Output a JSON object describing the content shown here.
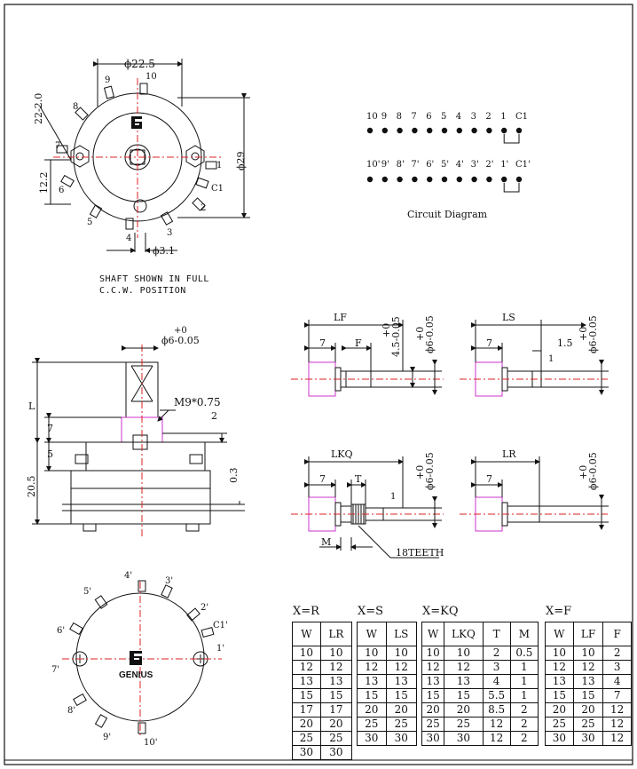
{
  "top_view": {
    "dim_diameter": "ϕ22.5",
    "dim_angle": "22-2.0",
    "dim_height": "ϕ29",
    "dim_offset": "12.2",
    "dim_small": "ϕ3.1",
    "pins": [
      "9",
      "10",
      "8",
      "7",
      "6",
      "5",
      "4",
      "3",
      "2",
      "1",
      "C1"
    ],
    "caption_line1": "SHAFT SHOWN IN FULL",
    "caption_line2": "C.C.W. POSITION"
  },
  "circuit": {
    "row1": [
      "10",
      "9",
      "8",
      "7",
      "6",
      "5",
      "4",
      "3",
      "2",
      "1",
      "C1"
    ],
    "row2": [
      "10'",
      "9'",
      "8'",
      "7'",
      "6'",
      "5'",
      "4'",
      "3'",
      "2'",
      "1'",
      "C1'"
    ],
    "title": "Circuit Diagram"
  },
  "side_view": {
    "shaft_tol_top": "+0",
    "shaft_dim": "ϕ6-0.05",
    "thread": "M9*0.75",
    "dim_L": "L",
    "dim_7": "7",
    "dim_2": "2",
    "dim_5": "5",
    "dim_20_5": "20.5",
    "dim_0_3": "0.3"
  },
  "shaft_types": {
    "lf": {
      "label": "LF",
      "d7": "7",
      "dF": "F",
      "tol_a": "+0",
      "dim_a": "4.5-0.05",
      "tol_b": "+0",
      "dim_b": "ϕ6-0.05"
    },
    "ls": {
      "label": "LS",
      "d7": "7",
      "d15": "1.5",
      "d1": "1",
      "tol_b": "+0",
      "dim_b": "ϕ6-0.05"
    },
    "lkq": {
      "label": "LKQ",
      "d7": "7",
      "dT": "T",
      "d1": "1",
      "dM": "M",
      "tol_b": "+0",
      "dim_b": "ϕ6-0.05",
      "teeth": "18TEETH"
    },
    "lr": {
      "label": "LR",
      "d7": "7",
      "tol_b": "+0",
      "dim_b": "ϕ6-0.05"
    }
  },
  "bottom_view": {
    "pins": [
      "4'",
      "3'",
      "5'",
      "2'",
      "6'",
      "C1'",
      "7'",
      "1'",
      "8'",
      "9'",
      "10'"
    ],
    "brand": "GENIUS"
  },
  "tables": {
    "xr": {
      "title": "X=R",
      "headers": [
        "W",
        "LR"
      ],
      "rows": [
        [
          "10",
          "10"
        ],
        [
          "12",
          "12"
        ],
        [
          "13",
          "13"
        ],
        [
          "15",
          "15"
        ],
        [
          "17",
          "17"
        ],
        [
          "20",
          "20"
        ],
        [
          "25",
          "25"
        ],
        [
          "30",
          "30"
        ]
      ]
    },
    "xs": {
      "title": "X=S",
      "headers": [
        "W",
        "LS"
      ],
      "rows": [
        [
          "10",
          "10"
        ],
        [
          "12",
          "12"
        ],
        [
          "13",
          "13"
        ],
        [
          "15",
          "15"
        ],
        [
          "20",
          "20"
        ],
        [
          "25",
          "25"
        ],
        [
          "30",
          "30"
        ]
      ]
    },
    "xkq": {
      "title": "X=KQ",
      "headers": [
        "W",
        "LKQ",
        "T",
        "M"
      ],
      "rows": [
        [
          "10",
          "10",
          "2",
          "0.5"
        ],
        [
          "12",
          "12",
          "3",
          "1"
        ],
        [
          "13",
          "13",
          "4",
          "1"
        ],
        [
          "15",
          "15",
          "5.5",
          "1"
        ],
        [
          "20",
          "20",
          "8.5",
          "2"
        ],
        [
          "25",
          "25",
          "12",
          "2"
        ],
        [
          "30",
          "30",
          "12",
          "2"
        ]
      ]
    },
    "xf": {
      "title": "X=F",
      "headers": [
        "W",
        "LF",
        "F"
      ],
      "rows": [
        [
          "10",
          "10",
          "2"
        ],
        [
          "12",
          "12",
          "3"
        ],
        [
          "13",
          "13",
          "4"
        ],
        [
          "15",
          "15",
          "7"
        ],
        [
          "20",
          "20",
          "12"
        ],
        [
          "25",
          "25",
          "12"
        ],
        [
          "30",
          "30",
          "12"
        ]
      ]
    }
  }
}
